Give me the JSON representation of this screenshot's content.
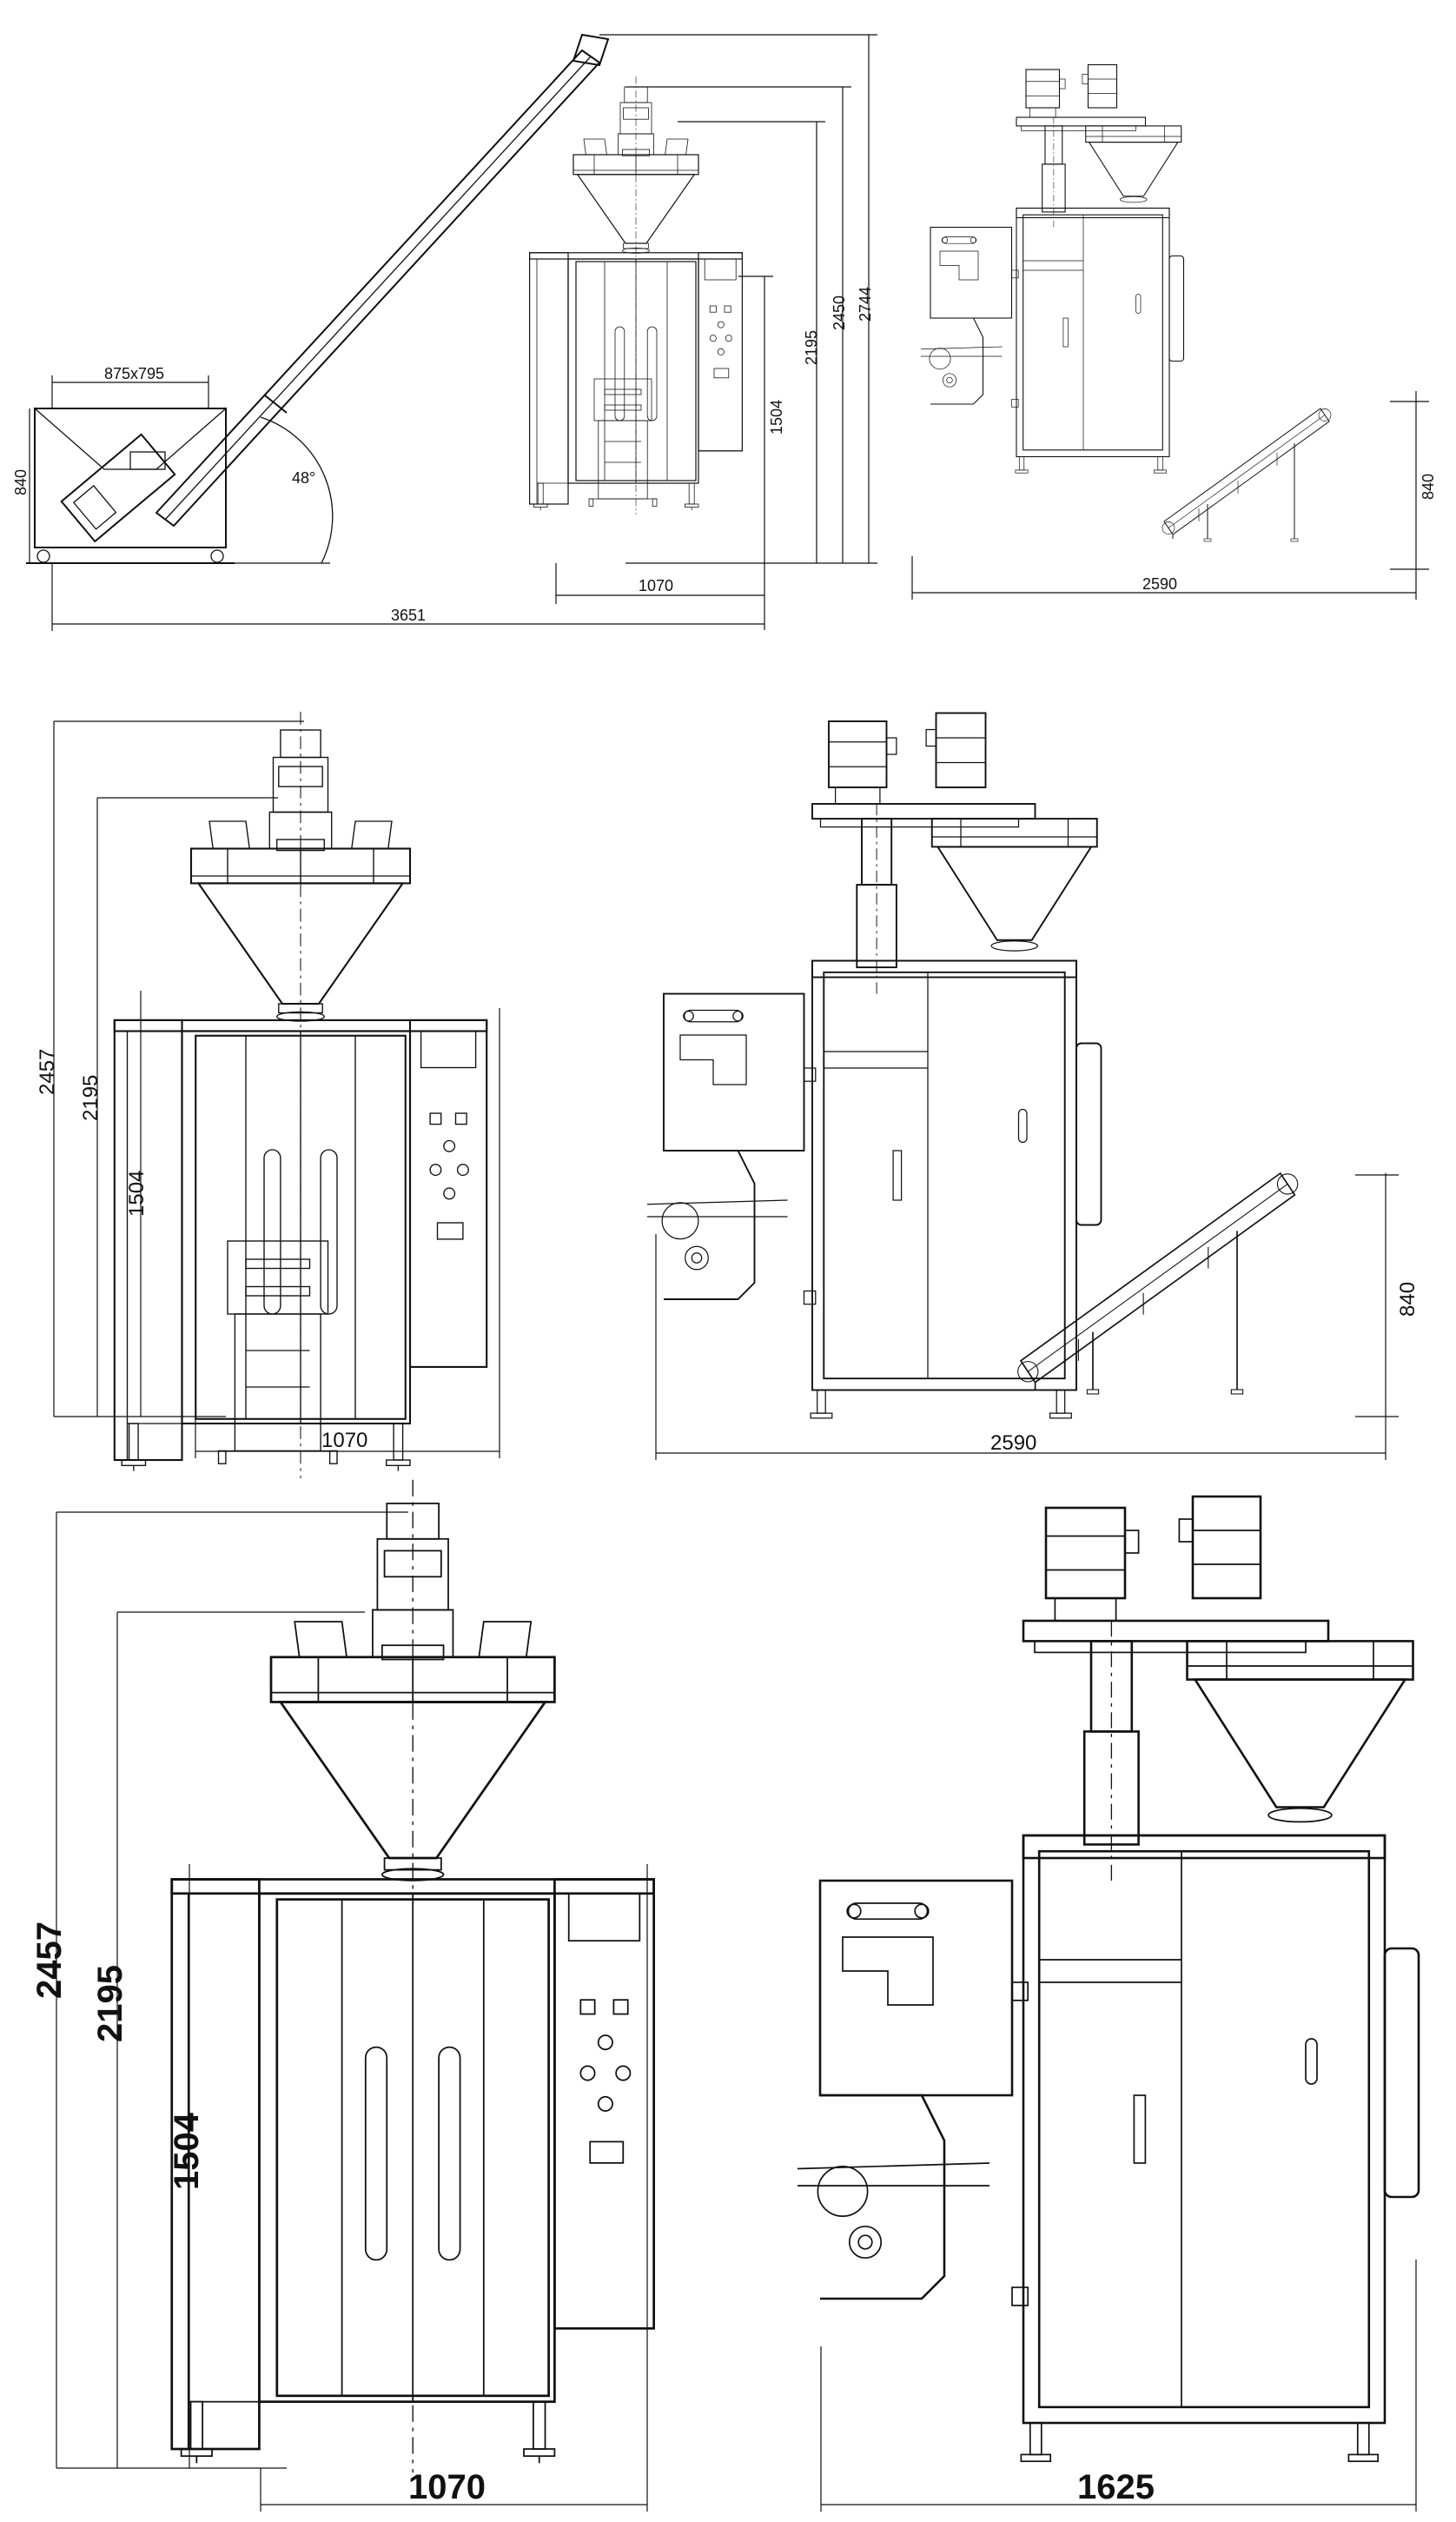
{
  "dimensions": {
    "top_left": {
      "footprint": "875x795",
      "angle": "48°",
      "hopper_height": "840",
      "width": "1070",
      "total_length": "3651",
      "h1504": "1504",
      "h2195": "2195",
      "h2450": "2450",
      "h2744": "2744"
    },
    "top_right": {
      "length": "2590",
      "height": "840"
    },
    "mid_left": {
      "width": "1070",
      "h1504": "1504",
      "h2195": "2195",
      "h2457": "2457"
    },
    "mid_right": {
      "length": "2590",
      "height": "840"
    },
    "bottom_left": {
      "width": "1070",
      "h1504": "1504",
      "h2195": "2195",
      "h2457": "2457"
    },
    "bottom_right": {
      "width": "1625"
    }
  }
}
